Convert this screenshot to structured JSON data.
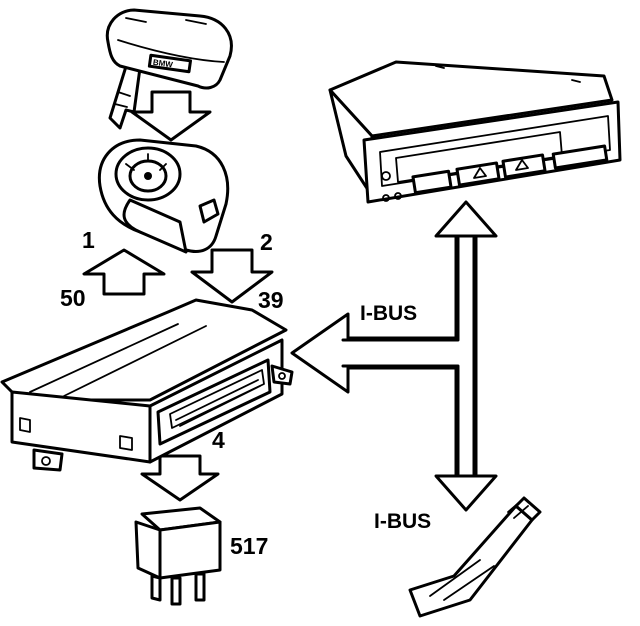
{
  "labels": {
    "key_in": "1",
    "key_in_terminal": "50",
    "key_out": "2",
    "key_out_terminal": "39",
    "relay_out": "4",
    "relay_terminal": "517",
    "bus_upper": "I-BUS",
    "bus_lower": "I-BUS"
  },
  "key_badge": "BMW",
  "colors": {
    "ink": "#000000",
    "paper": "#ffffff"
  }
}
